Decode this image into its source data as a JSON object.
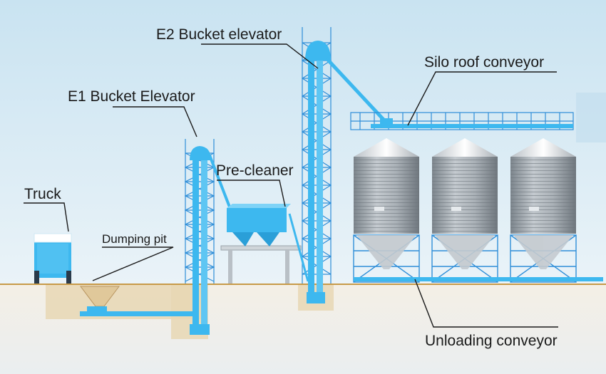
{
  "labels": {
    "e2": "E2 Bucket elevator",
    "silo_roof": "Silo roof conveyor",
    "e1": "E1 Bucket Elevator",
    "precleaner": "Pre-cleaner",
    "truck": "Truck",
    "dumping_pit": "Dumping pit",
    "unloading": "Unloading conveyor"
  },
  "colors": {
    "sky_top": "#c9e3f1",
    "ground": "#efeae0",
    "pit": "#e8d7b4",
    "equipment_blue": "#3db8ef",
    "steel_frame": "#2f8ed8",
    "silo_body": "#9aa3aa"
  }
}
